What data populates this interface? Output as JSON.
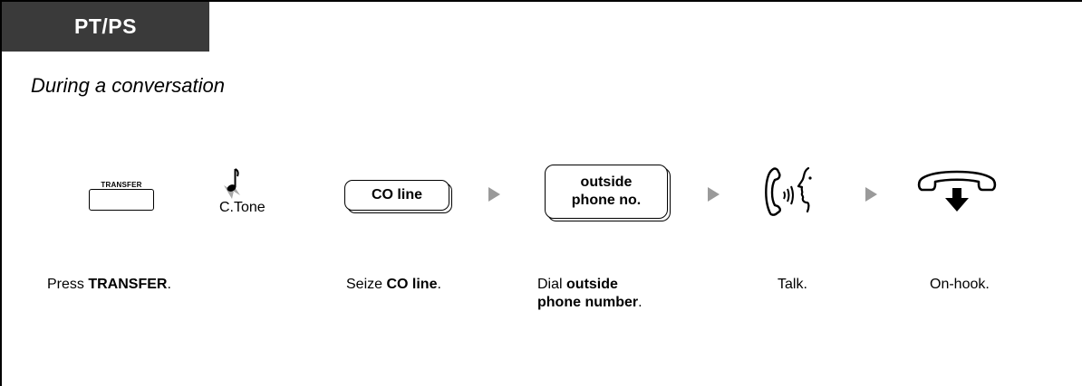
{
  "header": {
    "tab_title": "PT/PS"
  },
  "context": "During a conversation",
  "icons": {
    "transfer_key_label": "TRANSFER",
    "tone_label": "C.Tone",
    "co_line_button": "CO line",
    "outside_button_line1": "outside",
    "outside_button_line2": "phone no."
  },
  "steps": [
    {
      "prefix": "Press ",
      "bold": "TRANSFER",
      "suffix": "."
    },
    {
      "prefix": "Seize ",
      "bold": "CO line",
      "suffix": "."
    },
    {
      "prefix": "Dial ",
      "bold_line1": "outside",
      "bold_line2": "phone number",
      "suffix": "."
    },
    {
      "prefix": "Talk."
    },
    {
      "prefix": "On-hook."
    }
  ],
  "colors": {
    "tab_bg": "#3a3a3a",
    "arrow": "#9a9a9a",
    "tone_note_fill": "#a8a8a8"
  }
}
